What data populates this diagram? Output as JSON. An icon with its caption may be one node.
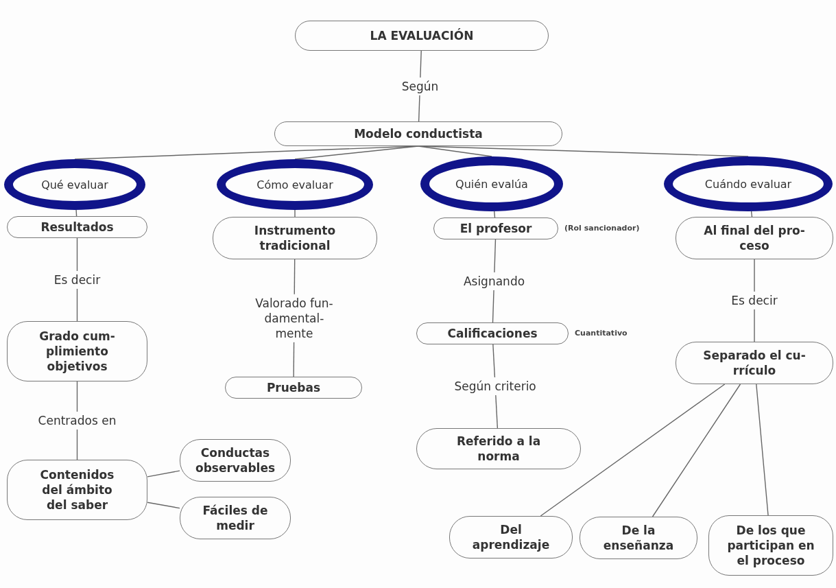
{
  "diagram": {
    "nodes": [
      {
        "text": [
          "LA EVALUACIÓN"
        ]
      },
      {
        "text": [
          "Modelo conductista"
        ]
      },
      {
        "text": [
          "Qué evaluar"
        ]
      },
      {
        "text": [
          "Cómo evaluar"
        ]
      },
      {
        "text": [
          "Quién evalúa"
        ]
      },
      {
        "text": [
          "Cuándo evaluar"
        ]
      },
      {
        "text": [
          "Resultados"
        ]
      },
      {
        "text": [
          "Grado cum- plimiento objetivos"
        ]
      },
      {
        "text": [
          "Contenidos del ámbito del saber"
        ]
      },
      {
        "text": [
          "Conductas observables"
        ]
      },
      {
        "text": [
          "Fáciles de medir"
        ]
      },
      {
        "text": [
          "Instrumento tradicional"
        ]
      },
      {
        "text": [
          "Pruebas"
        ]
      },
      {
        "text": [
          "El profesor"
        ],
        "beside": [
          "(Rol sancionador)"
        ]
      },
      {
        "text": [
          "Calificaciones"
        ],
        "beside": [
          "Cuantitativo"
        ]
      },
      {
        "text": [
          "Referido a la norma"
        ]
      },
      {
        "text": [
          "Al final del pro- ceso"
        ]
      },
      {
        "text": [
          "Separado el cu- rrículo"
        ]
      },
      {
        "text": [
          "Del aprendizaje"
        ]
      },
      {
        "text": [
          "De la enseñanza"
        ]
      },
      {
        "text": [
          "De los que participan en el proceso"
        ]
      }
    ],
    "edges": [
      {
        "from": 0,
        "to": 1,
        "arrow": "none",
        "label": "Según"
      },
      {
        "from": 1,
        "to": 2,
        "arrow": "none"
      },
      {
        "from": 1,
        "to": 3,
        "arrow": "none"
      },
      {
        "from": 1,
        "to": 4,
        "arrow": "none"
      },
      {
        "from": 1,
        "to": 5,
        "arrow": "none"
      },
      {
        "from": 2,
        "to": 6,
        "arrow": "none"
      },
      {
        "from": 6,
        "to": 7,
        "arrow": "none",
        "label": "Es decir"
      },
      {
        "from": 7,
        "to": 8,
        "arrow": "none",
        "label": "Centrados en"
      },
      {
        "from": 8,
        "to": 9,
        "arrow": "none"
      },
      {
        "from": 8,
        "to": 10,
        "arrow": "none"
      },
      {
        "from": 3,
        "to": 11,
        "arrow": "none"
      },
      {
        "from": 11,
        "to": 12,
        "arrow": "none",
        "label": "Valorado fun- damental- mente"
      },
      {
        "from": 4,
        "to": 13,
        "arrow": "none"
      },
      {
        "from": 13,
        "to": 14,
        "arrow": "none",
        "label": "Asignando"
      },
      {
        "from": 14,
        "to": 15,
        "arrow": "none",
        "label": "Según criterio"
      },
      {
        "from": 5,
        "to": 16,
        "arrow": "none"
      },
      {
        "from": 16,
        "to": 17,
        "arrow": "none",
        "label": "Es decir"
      },
      {
        "from": 17,
        "to": 18,
        "arrow": "none"
      },
      {
        "from": 17,
        "to": 19,
        "arrow": "none"
      },
      {
        "from": 17,
        "to": 20,
        "arrow": "none"
      }
    ]
  }
}
